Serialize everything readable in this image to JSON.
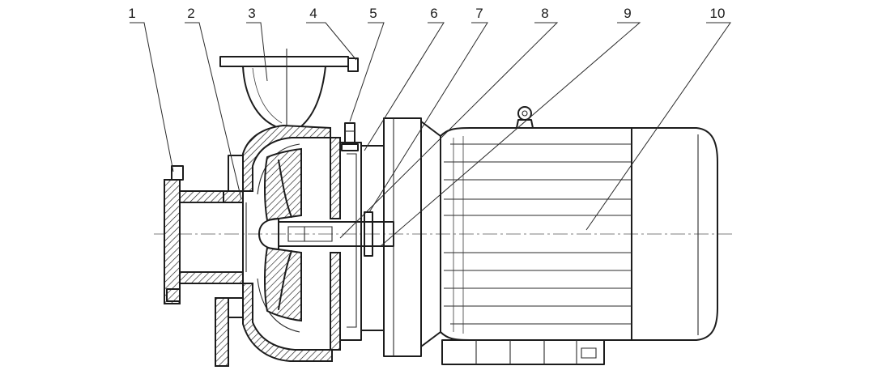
{
  "callouts": [
    {
      "number": "1"
    },
    {
      "number": "2"
    },
    {
      "number": "3"
    },
    {
      "number": "4"
    },
    {
      "number": "5"
    },
    {
      "number": "6"
    },
    {
      "number": "7"
    },
    {
      "number": "8"
    },
    {
      "number": "9"
    },
    {
      "number": "10"
    }
  ],
  "colors": {
    "ink": "#1c1c1c",
    "background": "#ffffff"
  }
}
